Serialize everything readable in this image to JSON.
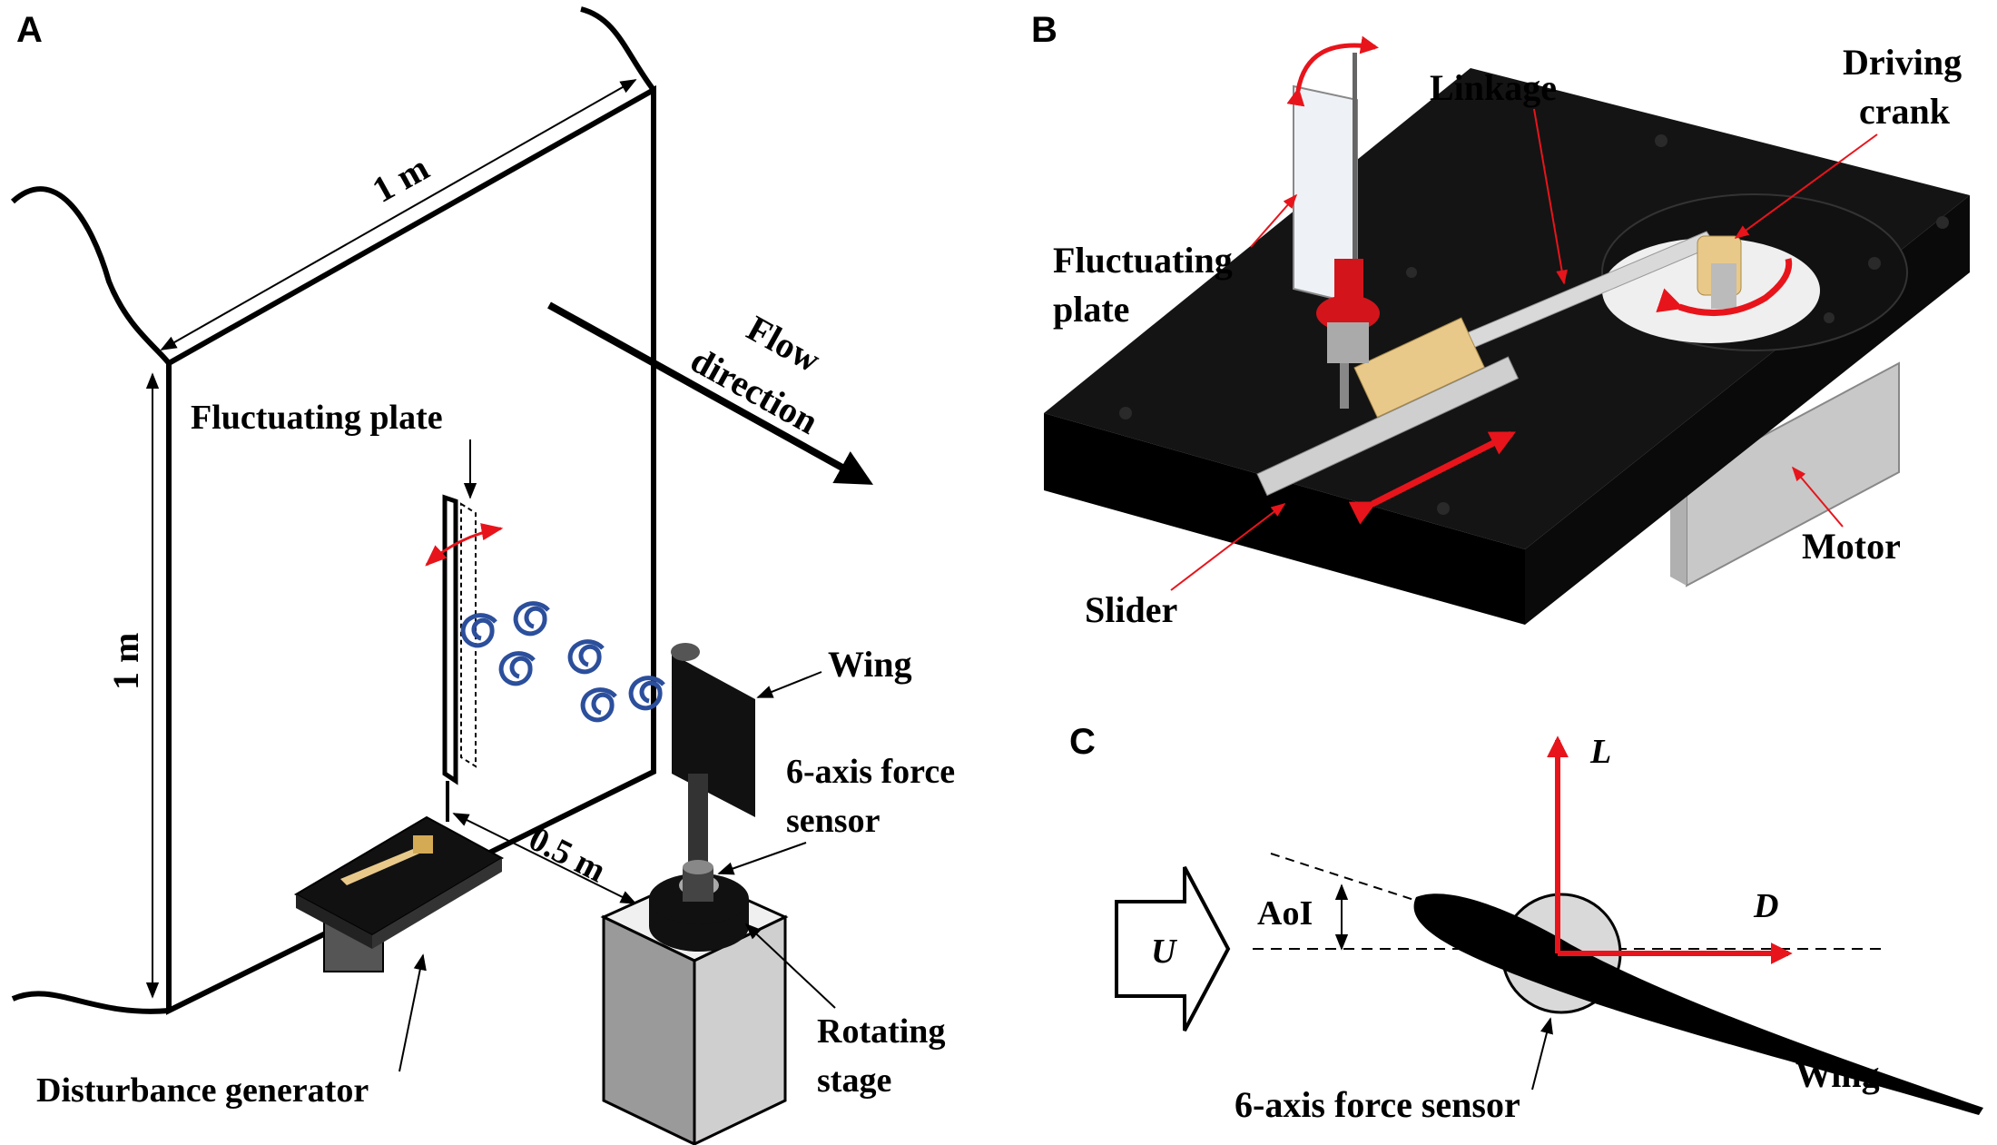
{
  "panels": {
    "a": "A",
    "b": "B",
    "c": "C"
  },
  "panel_a": {
    "width_label": "1 m",
    "height_label": "1 m",
    "distance_label": "0.5 m",
    "flow_label_1": "Flow",
    "flow_label_2": "direction",
    "fluctuating_plate": "Fluctuating plate",
    "wing": "Wing",
    "sensor_1": "6-axis force",
    "sensor_2": "sensor",
    "rotating_1": "Rotating",
    "rotating_2": "stage",
    "disturbance_generator": "Disturbance generator"
  },
  "panel_b": {
    "linkage": "Linkage",
    "driving_1": "Driving",
    "driving_2": "crank",
    "fluct_1": "Fluctuating",
    "fluct_2": "plate",
    "motor": "Motor",
    "slider": "Slider"
  },
  "panel_c": {
    "lift": "L",
    "drag": "D",
    "velocity": "U",
    "aoi": "AoI",
    "wing": "Wing",
    "sensor": "6-axis force sensor"
  },
  "colors": {
    "arrow_red": "#e8141b",
    "vortex_blue": "#2c4f9c",
    "base_black": "#111111",
    "brass": "#e9c98a"
  }
}
